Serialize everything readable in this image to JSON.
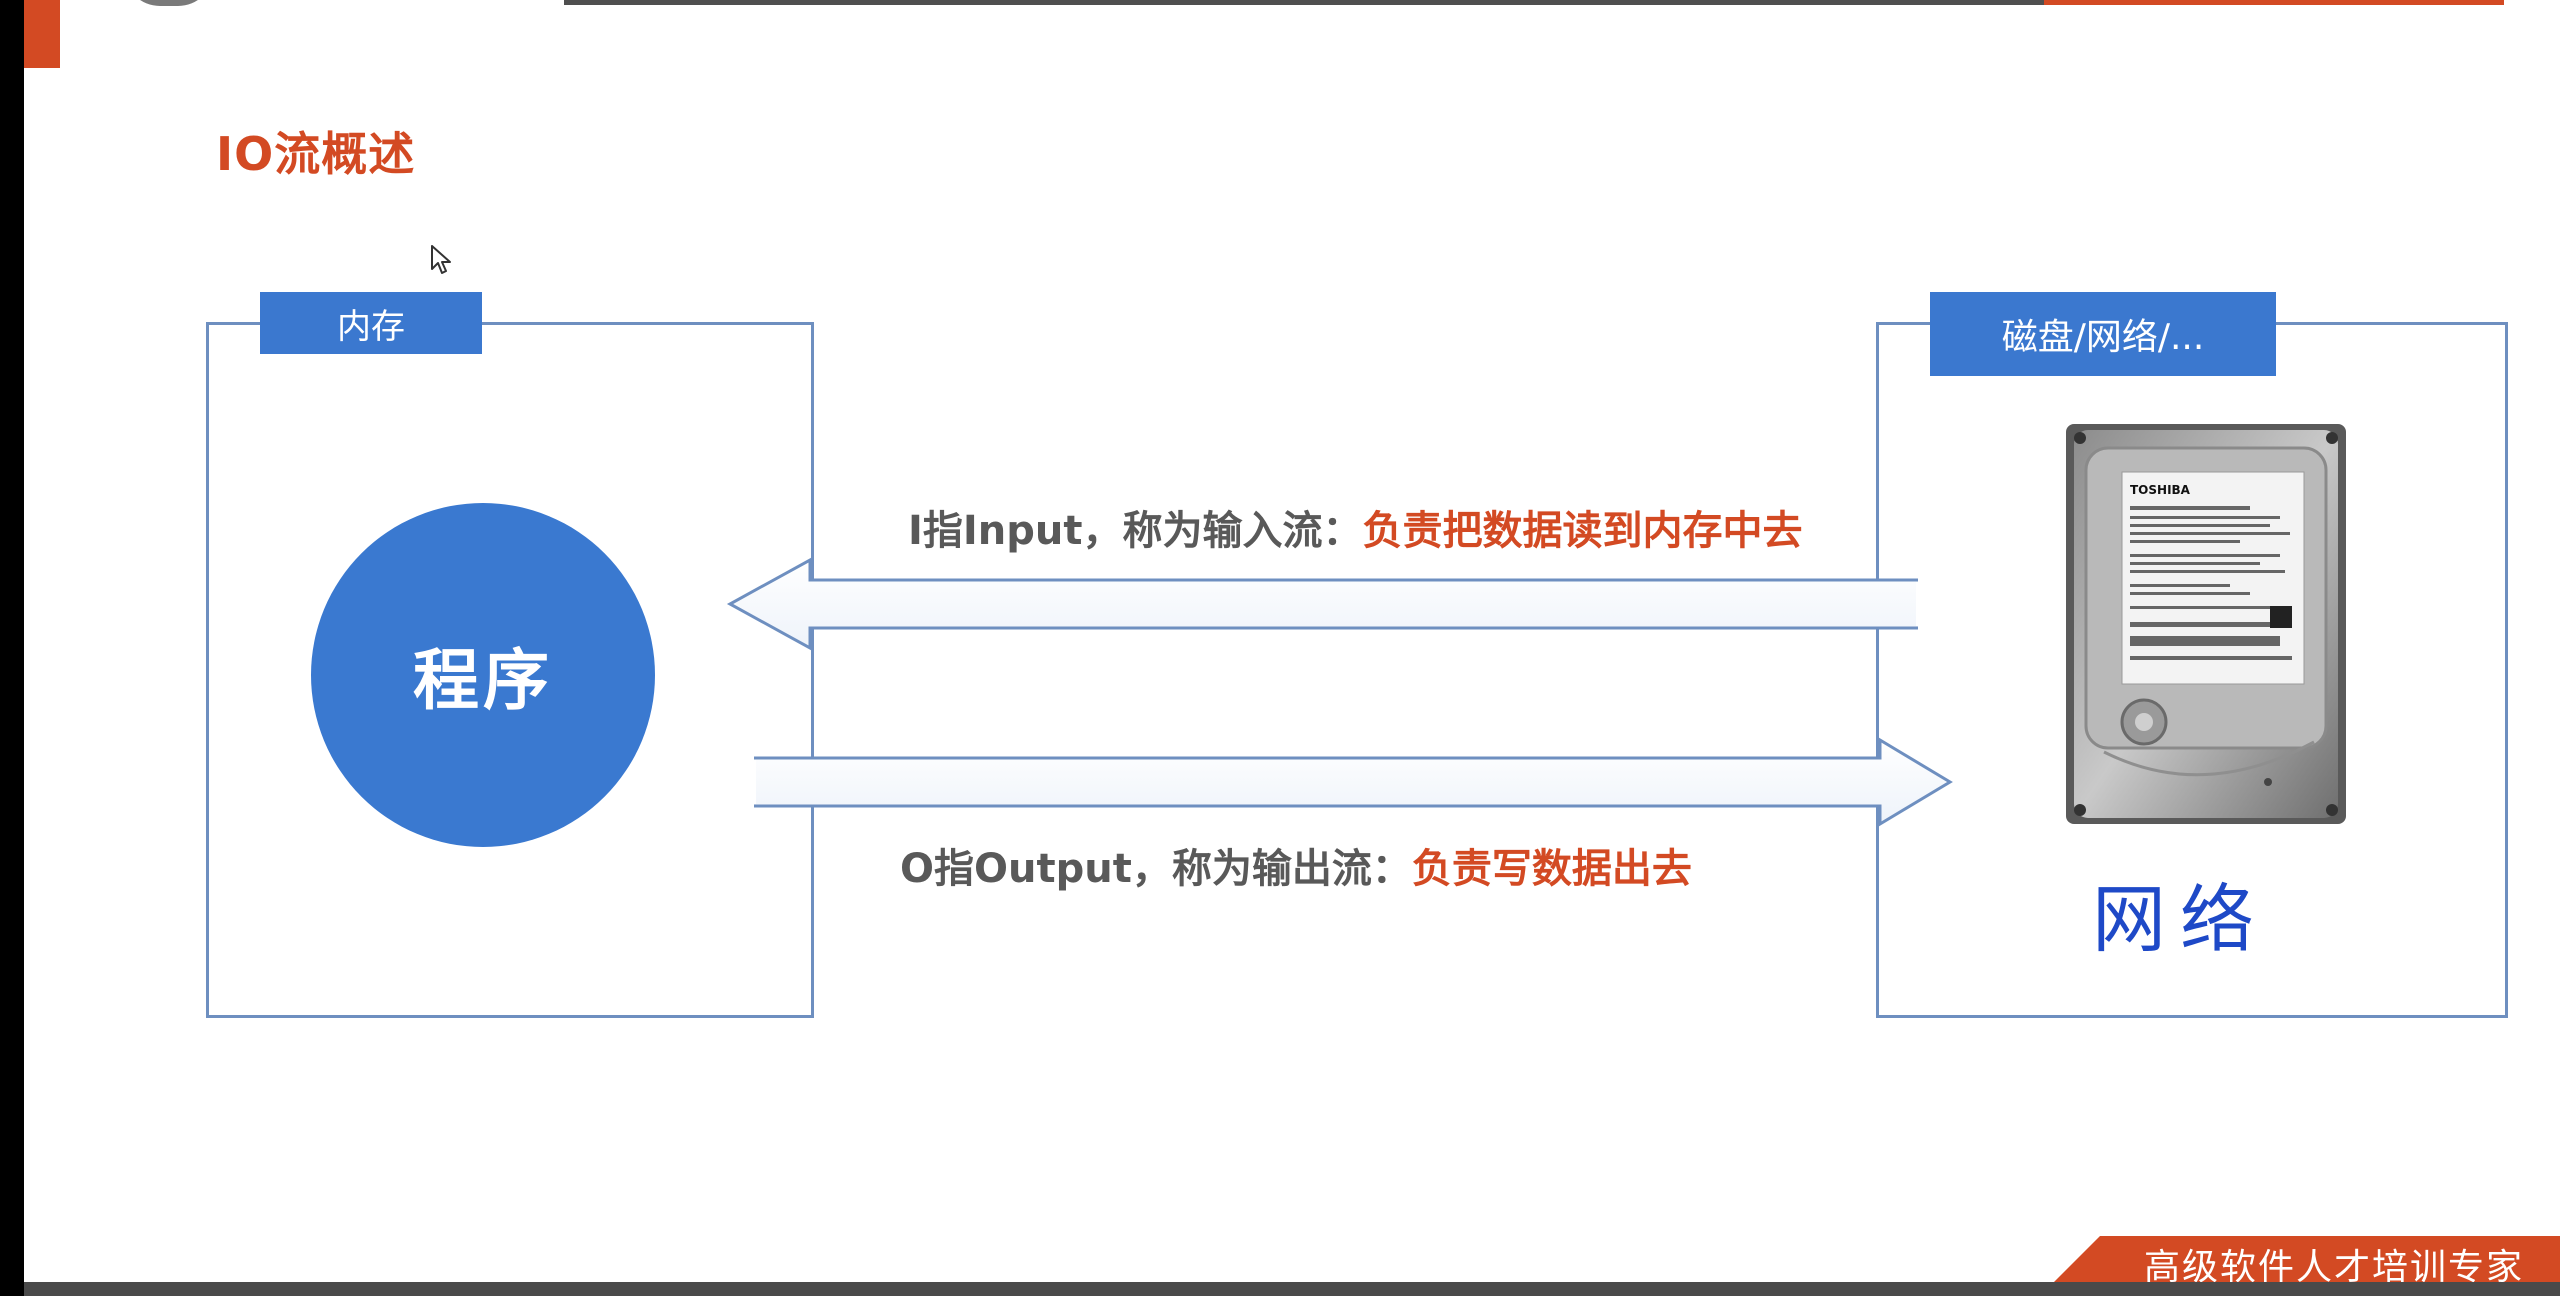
{
  "page_title": "IO流概述",
  "memory_panel": {
    "tab_label": "内存",
    "program_label": "程序"
  },
  "storage_panel": {
    "tab_label": "磁盘/网络/...",
    "network_label": "网络",
    "disk_label": "TOSHIBA"
  },
  "input_caption": {
    "prefix": "I指Input，称为输入流：",
    "emphasis": "负责把数据读到内存中去"
  },
  "output_caption": {
    "prefix": "O指Output，称为输出流：",
    "emphasis": "负责写数据出去"
  },
  "footer": {
    "slogan": "高级软件人才培训专家"
  },
  "colors": {
    "accent_red": "#d34a23",
    "blue": "#3b78cf",
    "panel_border": "#6e8fc0",
    "handwriting_blue": "#1e49c7",
    "caption_gray": "#595959"
  },
  "icons": {
    "cursor": "mouse-pointer-icon",
    "hard_drive": "hard-drive-icon",
    "input_arrow": "arrow-left-icon",
    "output_arrow": "arrow-right-icon"
  }
}
